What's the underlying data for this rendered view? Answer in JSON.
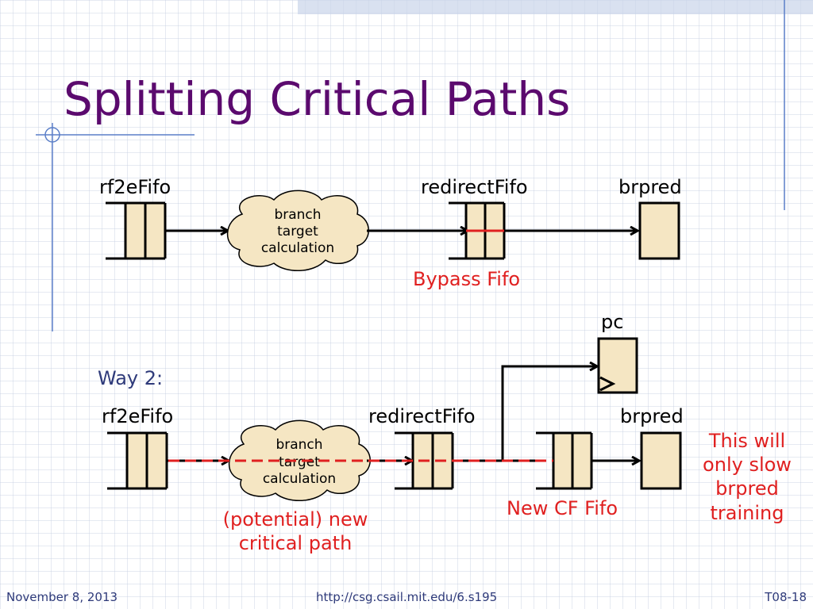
{
  "slide": {
    "title": "Splitting Critical Paths",
    "way2_label": "Way 2:"
  },
  "top": {
    "fifo_left": "rf2eFifo",
    "cloud_lines": [
      "branch",
      "target",
      "calculation"
    ],
    "fifo_mid": "redirectFifo",
    "reg_right": "brpred",
    "bypass_note": "Bypass Fifo"
  },
  "bottom": {
    "fifo_left": "rf2eFifo",
    "cloud_lines": [
      "branch",
      "target",
      "calculation"
    ],
    "fifo_mid": "redirectFifo",
    "pc_label": "pc",
    "reg_right": "brpred",
    "new_fifo_note": "New CF Fifo",
    "critical_note": [
      "(potential) new",
      "critical path"
    ],
    "slow_note": [
      "This will",
      "only slow",
      "brpred",
      "training"
    ]
  },
  "footer": {
    "date": "November 8, 2013",
    "url": "http://csg.csail.mit.edu/6.s195",
    "slide_id": "T08-18"
  },
  "colors": {
    "title": "#5b0a6e",
    "fill": "#f5e6c3",
    "red": "#e02020",
    "way2": "#2e3a7a",
    "accent_line": "#5b7fc8"
  }
}
